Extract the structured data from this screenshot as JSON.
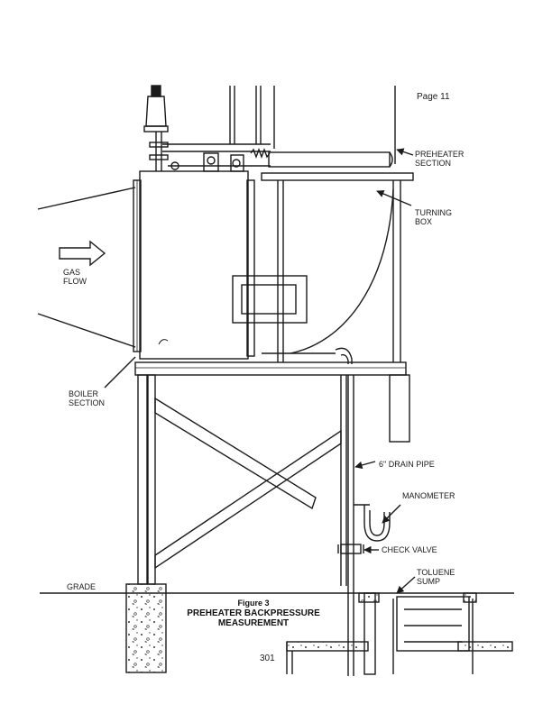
{
  "page": {
    "page_label": "Page 11",
    "folio": "301"
  },
  "labels": {
    "preheater_section": [
      "PREHEATER",
      "SECTION"
    ],
    "turning_box": [
      "TURNING",
      "BOX"
    ],
    "gas_flow": [
      "GAS",
      "FLOW"
    ],
    "boiler_section": [
      "BOILER",
      "SECTION"
    ],
    "drain_pipe": "6\" DRAIN PIPE",
    "manometer": "MANOMETER",
    "check_valve": "CHECK VALVE",
    "toluene_sump": [
      "TOLUENE",
      "SUMP"
    ],
    "grade": "GRADE"
  },
  "figure": {
    "number": "Figure 3",
    "caption": [
      "PREHEATER BACKPRESSURE",
      "MEASUREMENT"
    ]
  },
  "colors": {
    "ink": "#1a1a1a",
    "paper": "#ffffff"
  }
}
